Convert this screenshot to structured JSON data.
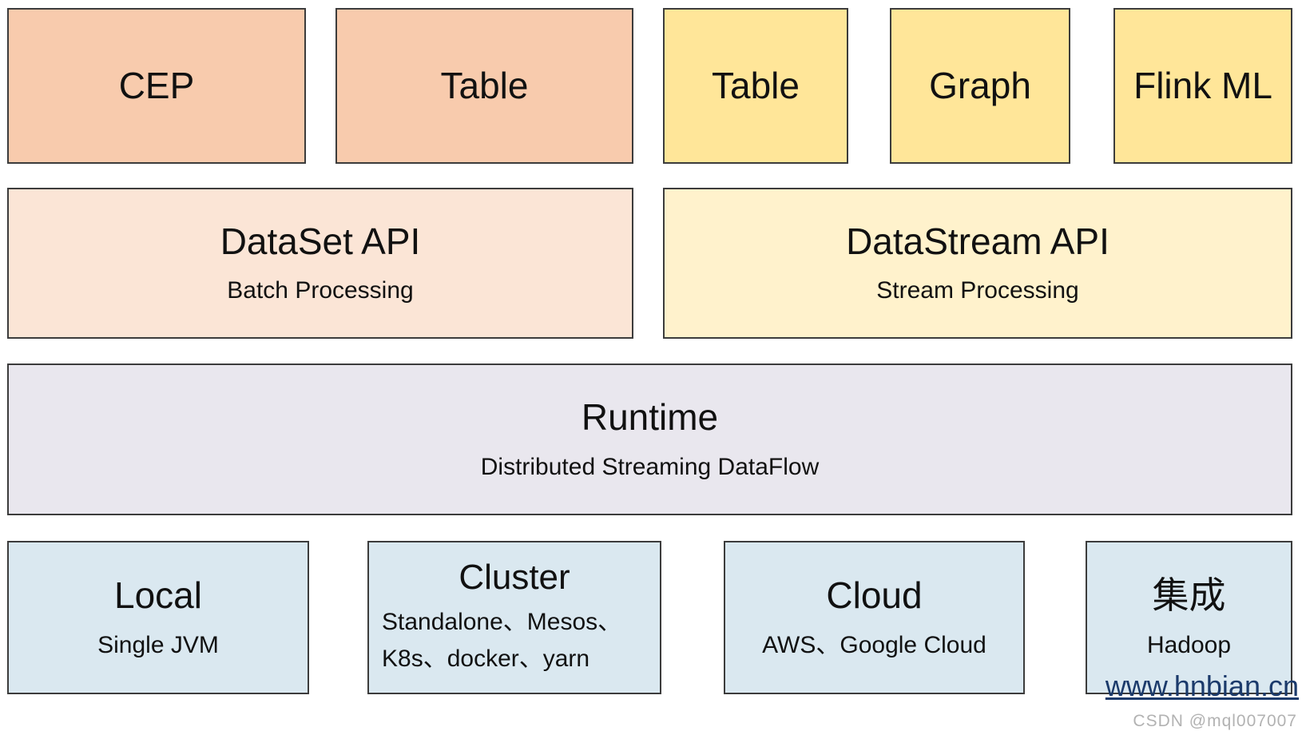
{
  "colors": {
    "peach": "#F8CBAD",
    "gold": "#FFE699",
    "peach_light": "#FBE5D6",
    "gold_light": "#FFF2CC",
    "lavender": "#E9E7EE",
    "blue_light": "#DAE8F0",
    "border": "#3C3C3C",
    "text": "#111111",
    "link": "#1B3A6B",
    "watermark_gray": "#8A8A8A"
  },
  "diagram": {
    "libraries": [
      {
        "label": "CEP"
      },
      {
        "label": "Table"
      },
      {
        "label": "Table"
      },
      {
        "label": "Graph"
      },
      {
        "label": "Flink ML"
      }
    ],
    "apis": {
      "dataset": {
        "title": "DataSet API",
        "subtitle": "Batch Processing"
      },
      "datastream": {
        "title": "DataStream API",
        "subtitle": "Stream Processing"
      }
    },
    "runtime": {
      "title": "Runtime",
      "subtitle": "Distributed Streaming DataFlow"
    },
    "deployments": {
      "local": {
        "title": "Local",
        "subtitle": "Single JVM"
      },
      "cluster": {
        "title": "Cluster",
        "line1": "Standalone、Mesos、",
        "line2": "K8s、docker、yarn"
      },
      "cloud": {
        "title": "Cloud",
        "subtitle": "AWS、Google Cloud"
      },
      "integration": {
        "title": "集成",
        "subtitle": "Hadoop"
      }
    },
    "watermarks": {
      "site": "www.hnbian.cn",
      "csdn": "CSDN @mql007007"
    }
  }
}
